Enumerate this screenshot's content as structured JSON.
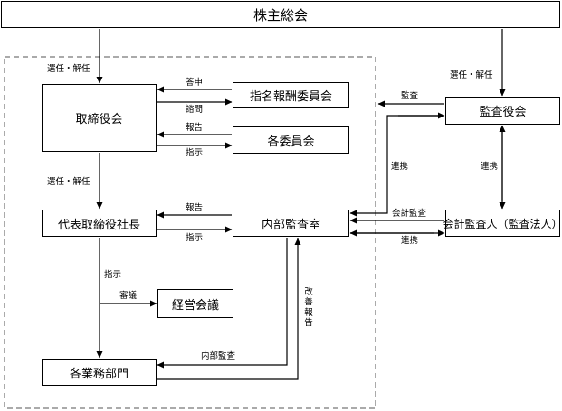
{
  "boxes": {
    "shareholders": "株主総会",
    "board": "取締役会",
    "nomination": "指名報酬委員会",
    "committees": "各委員会",
    "audit_board": "監査役会",
    "president": "代表取締役社長",
    "internal_audit": "内部監査室",
    "accountant": "会計監査人（監査法人）",
    "management_meeting": "経営会議",
    "divisions": "各業務部門"
  },
  "labels": {
    "elect_dismiss_board": "選任・解任",
    "elect_dismiss_audit": "選任・解任",
    "elect_dismiss_president": "選任・解任",
    "answer": "答申",
    "inquiry": "諮問",
    "report_committees": "報告",
    "instruct_committees": "指示",
    "audit": "監査",
    "cooperation_internal": "連携",
    "cooperation_audit": "連携",
    "accounting_audit": "会計監査",
    "cooperation_accountant": "連携",
    "report_internal": "報告",
    "instruct_internal": "指示",
    "instruct_divisions": "指示",
    "deliberation": "審議",
    "internal_audit_label": "内部監査",
    "improvement_report": [
      "改",
      "善",
      "報",
      "告"
    ]
  }
}
